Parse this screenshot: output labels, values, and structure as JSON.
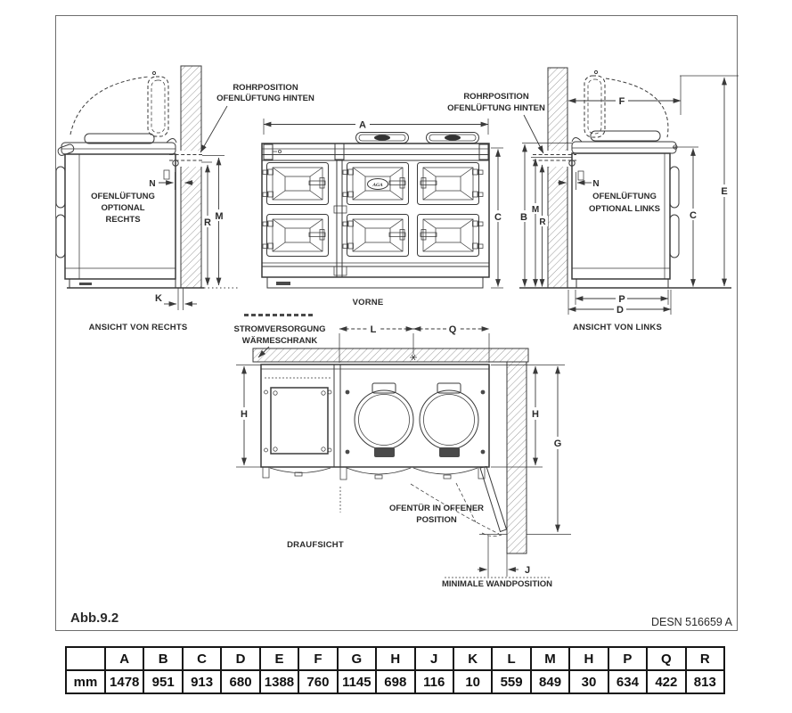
{
  "figure": {
    "number": "Abb.9.2",
    "drawing_ref": "DESN 516659 A"
  },
  "logo": {
    "aga": "AGA"
  },
  "labels": {
    "rohr_left": {
      "line1": "ROHRPOSITION",
      "line2": "OFENLÜFTUNG HINTEN"
    },
    "rohr_right": {
      "line1": "ROHRPOSITION",
      "line2": "OFENLÜFTUNG HINTEN"
    },
    "vent_right": {
      "line1": "OFENLÜFTUNG",
      "line2": "OPTIONAL",
      "line3": "RECHTS"
    },
    "vent_links": {
      "line1": "OFENLÜFTUNG",
      "line2": "OPTIONAL LINKS"
    },
    "strom": {
      "line1": "STROMVERSORGUNG",
      "line2": "WÄRMESCHRANK"
    },
    "ofentuer": {
      "line1": "OFENTÜR IN OFFENER",
      "line2": "POSITION"
    },
    "minimale_wand": "MINIMALE WANDPOSITION",
    "vorne": "VORNE",
    "draufsicht": "DRAUFSICHT",
    "ansicht_rechts": "ANSICHT VON RECHTS",
    "ansicht_links": "ANSICHT VON LINKS"
  },
  "dims": {
    "A": "A",
    "B": "B",
    "C": "C",
    "D": "D",
    "E": "E",
    "F": "F",
    "G": "G",
    "H": "H",
    "J": "J",
    "K": "K",
    "L": "L",
    "M": "M",
    "N": "N",
    "P": "P",
    "Q": "Q",
    "R": "R"
  },
  "table": {
    "headers": [
      "",
      "A",
      "B",
      "C",
      "D",
      "E",
      "F",
      "G",
      "H",
      "J",
      "K",
      "L",
      "M",
      "H",
      "P",
      "Q",
      "R"
    ],
    "values": [
      "mm",
      "1478",
      "951",
      "913",
      "680",
      "1388",
      "760",
      "1145",
      "698",
      "116",
      "10",
      "559",
      "849",
      "30",
      "634",
      "422",
      "813"
    ]
  },
  "colors": {
    "line": "#3a3a3a",
    "hatch": "#9a9a9a",
    "text": "#2b2b2b"
  }
}
